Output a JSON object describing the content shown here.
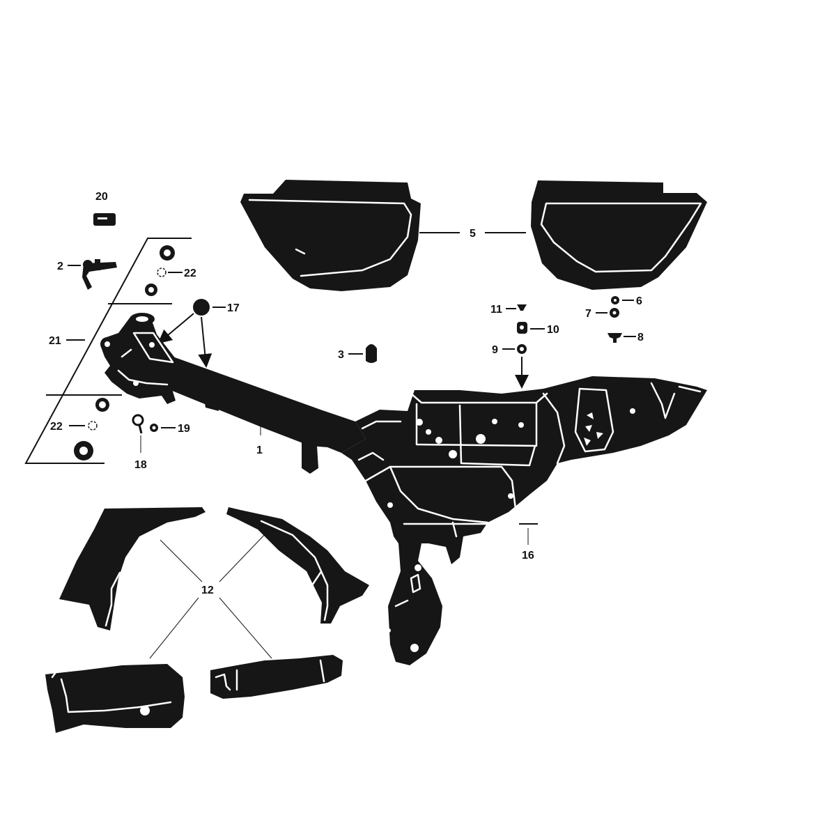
{
  "diagram": {
    "callouts": {
      "c1": "1",
      "c2": "2",
      "c3": "3",
      "c5": "5",
      "c6": "6",
      "c7": "7",
      "c8": "8",
      "c9": "9",
      "c10": "10",
      "c11": "11",
      "c12": "12",
      "c16": "16",
      "c17": "17",
      "c18": "18",
      "c19": "19",
      "c20": "20",
      "c21": "21",
      "c22a": "22",
      "c22b": "22"
    },
    "ink_color": "#161616",
    "paper_color": "#ffffff"
  }
}
